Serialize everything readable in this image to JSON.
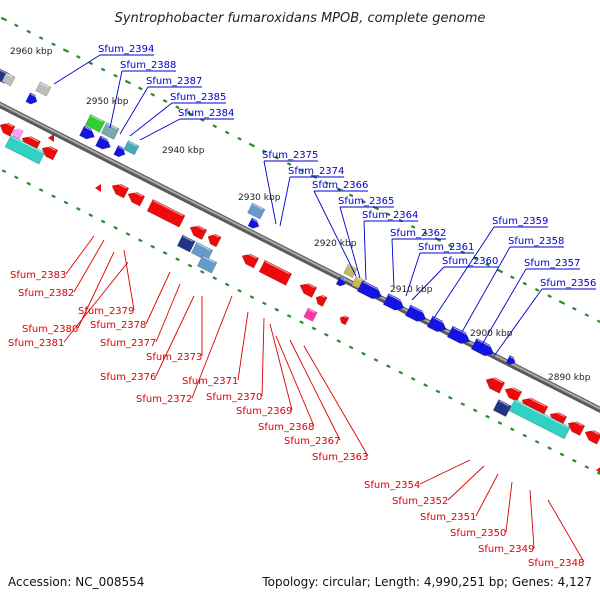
{
  "title": "Syntrophobacter fumaroxidans MPOB, complete genome",
  "accession": "Accession: NC_008554",
  "topology": "Topology: circular; Length: 4,990,251 bp; Genes: 4,127",
  "colors": {
    "backbone": "#7a7a7a",
    "forward_label": "#0000cc",
    "reverse_label": "#dd0000",
    "tick": "#2a8a2a"
  },
  "kbp_labels": [
    "2960 kbp",
    "2950 kbp",
    "2940 kbp",
    "2930 kbp",
    "2920 kbp",
    "2910 kbp",
    "2900 kbp",
    "2890 kbp"
  ],
  "forward_genes": [
    "Sfum_2394",
    "Sfum_2388",
    "Sfum_2387",
    "Sfum_2385",
    "Sfum_2384",
    "Sfum_2375",
    "Sfum_2374",
    "Sfum_2366",
    "Sfum_2365",
    "Sfum_2364",
    "Sfum_2362",
    "Sfum_2361",
    "Sfum_2360",
    "Sfum_2359",
    "Sfum_2358",
    "Sfum_2357",
    "Sfum_2356"
  ],
  "reverse_genes": [
    "Sfum_2383",
    "Sfum_2382",
    "Sfum_2379",
    "Sfum_2380",
    "Sfum_2381",
    "Sfum_2378",
    "Sfum_2377",
    "Sfum_2376",
    "Sfum_2373",
    "Sfum_2372",
    "Sfum_2371",
    "Sfum_2370",
    "Sfum_2369",
    "Sfum_2368",
    "Sfum_2367",
    "Sfum_2363",
    "Sfum_2354",
    "Sfum_2352",
    "Sfum_2351",
    "Sfum_2350",
    "Sfum_2349",
    "Sfum_2348"
  ]
}
